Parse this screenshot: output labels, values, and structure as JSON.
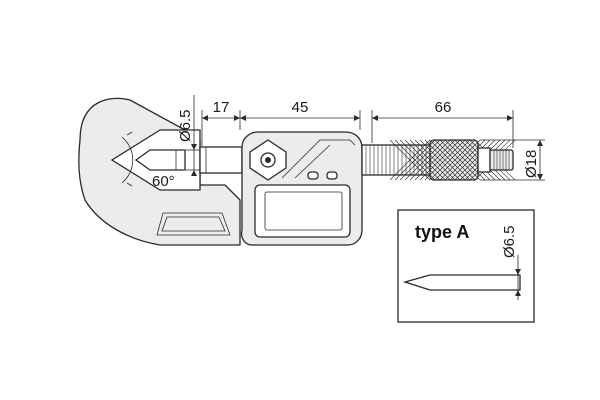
{
  "dimensions": {
    "anvil_diameter": "Ø6.5",
    "spindle_length": "17",
    "body_length": "45",
    "thimble_length": "66",
    "ratchet_diameter": "Ø18",
    "v_angle": "60°"
  },
  "detail": {
    "title": "type A",
    "diameter": "Ø6.5"
  }
}
